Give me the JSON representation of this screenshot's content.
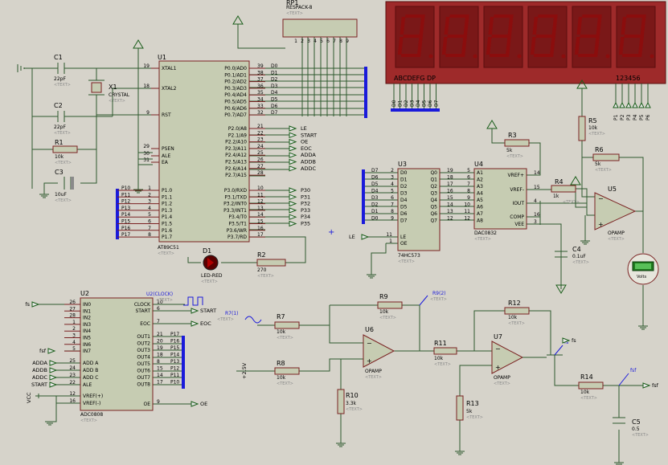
{
  "text_placeholder": "<TEXT>",
  "rp1": {
    "ref": "RP1",
    "value": "RESPACK-8"
  },
  "display": {
    "left_label": "ABCDEFG  DP",
    "right_label": "123456",
    "pins": [
      "P1",
      "P2",
      "P3",
      "P4",
      "P5",
      "P6"
    ]
  },
  "u1": {
    "ref": "U1",
    "part": "AT89C51",
    "left_pins": [
      [
        "XTAL1",
        "19"
      ],
      [
        "XTAL2",
        "18"
      ],
      [
        "RST",
        "9"
      ],
      [
        "PSEN",
        "29"
      ],
      [
        "ALE",
        "30"
      ],
      [
        "EA",
        "31"
      ]
    ],
    "p1": [
      "P1.0",
      "P1.1",
      "P1.2",
      "P1.3",
      "P1.4",
      "P1.5",
      "P1.6",
      "P1.7"
    ],
    "p1_nums": [
      "1",
      "2",
      "3",
      "4",
      "5",
      "6",
      "7",
      "8"
    ],
    "p1_nets": [
      "P10",
      "P11",
      "P12",
      "P13",
      "P14",
      "P15",
      "P16",
      "P17"
    ],
    "p0": [
      "P0.0/AD0",
      "P0.1/AD1",
      "P0.2/AD2",
      "P0.3/AD3",
      "P0.4/AD4",
      "P0.5/AD5",
      "P0.6/AD6",
      "P0.7/AD7"
    ],
    "p0_nums": [
      "39",
      "38",
      "37",
      "36",
      "35",
      "34",
      "33",
      "32"
    ],
    "p0_nets": [
      "D0",
      "D1",
      "D2",
      "D3",
      "D4",
      "D5",
      "D6",
      "D7"
    ],
    "p2": [
      "P2.0/A8",
      "P2.1/A9",
      "P2.2/A10",
      "P2.3/A11",
      "P2.4/A12",
      "P2.5/A13",
      "P2.6/A14",
      "P2.7/A15"
    ],
    "p2_nums": [
      "21",
      "22",
      "23",
      "24",
      "25",
      "26",
      "27",
      "28"
    ],
    "p2_nets": [
      "LE",
      "START",
      "OE",
      "EOC",
      "ADDA",
      "ADDB",
      "ADDC",
      ""
    ],
    "p3": [
      "P3.0/RXD",
      "P3.1/TXD",
      "P3.2/INT0",
      "P3.3/INT1",
      "P3.4/T0",
      "P3.5/T1",
      "P3.6/WR",
      "P3.7/RD"
    ],
    "p3_nums": [
      "10",
      "11",
      "12",
      "13",
      "14",
      "15",
      "16",
      "17"
    ],
    "p3_nets": [
      "P30",
      "P31",
      "P32",
      "P33",
      "P34",
      "P35",
      "",
      ""
    ]
  },
  "c1": {
    "ref": "C1",
    "value": "22pF"
  },
  "c2": {
    "ref": "C2",
    "value": "22pF"
  },
  "x1": {
    "ref": "X1",
    "value": "CRYSTAL"
  },
  "r1": {
    "ref": "R1",
    "value": "10k"
  },
  "c3": {
    "ref": "C3",
    "value": "10uF"
  },
  "d1": {
    "ref": "D1",
    "value": "LED-RED"
  },
  "r2": {
    "ref": "R2",
    "value": "270"
  },
  "u3": {
    "ref": "U3",
    "part": "74HC573",
    "d": [
      "D0",
      "D1",
      "D2",
      "D3",
      "D4",
      "D5",
      "D6",
      "D7"
    ],
    "dn": [
      "3",
      "4",
      "5",
      "6",
      "7",
      "8",
      "9"
    ],
    "q": [
      "Q0",
      "Q1",
      "Q2",
      "Q3",
      "Q4",
      "Q5",
      "Q6",
      "Q7"
    ],
    "qn": [
      "19",
      "18",
      "17",
      "16",
      "15",
      "14",
      "13",
      "12"
    ],
    "bus": [
      "D7",
      "D6",
      "D5",
      "D4",
      "D3",
      "D2",
      "D1",
      "D0"
    ],
    "le": "LE",
    "oe": "OE",
    "le_num": "11",
    "oe_num": "1",
    "d0num": "2"
  },
  "u4": {
    "ref": "U4",
    "part": "DAC0832",
    "a": [
      "A1",
      "A2",
      "A3",
      "A4",
      "A5",
      "A6",
      "A7",
      "A8"
    ],
    "an": [
      "5",
      "6",
      "7",
      "8",
      "9",
      "10",
      "11",
      "12"
    ],
    "right": [
      [
        "VREF+",
        "14"
      ],
      [
        "VREF-",
        "15"
      ],
      [
        "IOUT",
        "4"
      ],
      [
        "COMP",
        "16"
      ],
      [
        "VEE",
        "3"
      ]
    ]
  },
  "r3": {
    "ref": "R3",
    "value": "5k"
  },
  "r4": {
    "ref": "R4",
    "value": "1k"
  },
  "r5": {
    "ref": "R5",
    "value": "10k"
  },
  "r6": {
    "ref": "R6",
    "value": "5k"
  },
  "u5": {
    "ref": "U5",
    "part": "OPAMP"
  },
  "c4": {
    "ref": "C4",
    "value": "0.1uF"
  },
  "volt": {
    "unit": "Volts"
  },
  "u2": {
    "ref": "U2",
    "part": "ADC0808",
    "in": [
      "IN0",
      "IN1",
      "IN2",
      "IN3",
      "IN4",
      "IN5",
      "IN6",
      "IN7"
    ],
    "inn": [
      "26",
      "27",
      "28",
      "1",
      "2",
      "3",
      "4",
      "5"
    ],
    "ctrl": [
      [
        "ADD A",
        "25"
      ],
      [
        "ADD B",
        "24"
      ],
      [
        "ADD C",
        "23"
      ],
      [
        "ALE",
        "22"
      ]
    ],
    "vref": [
      [
        "VREF(+)",
        "12"
      ],
      [
        "VREF(-)",
        "16"
      ]
    ],
    "right_top": [
      [
        "CLOCK",
        "10"
      ],
      [
        "START",
        "6"
      ],
      [
        "EOC",
        "7"
      ]
    ],
    "out": [
      "OUT1",
      "OUT2",
      "OUT3",
      "OUT4",
      "OUT5",
      "OUT6",
      "OUT7",
      "OUT8"
    ],
    "outn": [
      "21",
      "20",
      "19",
      "18",
      "8",
      "15",
      "14",
      "17"
    ],
    "outnets": [
      "P17",
      "P16",
      "P15",
      "P14",
      "P13",
      "P12",
      "P11",
      "P10"
    ],
    "oe": [
      "OE",
      "9"
    ]
  },
  "u2_clock": "U2(CLOCK)",
  "r7_src": "R7(1)",
  "net": {
    "fs": "fs",
    "fsf": "fsf",
    "vcc": "VCC",
    "adda": "ADDA",
    "addb": "ADDB",
    "addc": "ADDC",
    "start": "START",
    "eoc": "EOC",
    "oe": "OE",
    "le": "LE",
    "v25": "+2.5V"
  },
  "r7": {
    "ref": "R7",
    "value": "10k"
  },
  "r8": {
    "ref": "R8",
    "value": "10k"
  },
  "r9": {
    "ref": "R9",
    "value": "10k"
  },
  "r9_probe": "R9(2)",
  "r10": {
    "ref": "R10",
    "value": "3.3k"
  },
  "u6": {
    "ref": "U6",
    "part": "OPAMP"
  },
  "r11": {
    "ref": "R11",
    "value": "10k"
  },
  "r12": {
    "ref": "R12",
    "value": "10k"
  },
  "u7": {
    "ref": "U7",
    "part": "OPAMP"
  },
  "r13": {
    "ref": "R13",
    "value": "5k"
  },
  "r14": {
    "ref": "R14",
    "value": "10k"
  },
  "c5": {
    "ref": "C5",
    "value": "0.5"
  },
  "probe": {
    "fs": "fs",
    "fsf": "fsf"
  },
  "colors": {
    "background": "#d6d3ca",
    "wire": "#2e5a2e",
    "bus": "#1a1adb",
    "chip": "#c6ccb2",
    "chip_border": "#7a2222",
    "display": "#8b0d0d",
    "led": "#5a0000"
  }
}
